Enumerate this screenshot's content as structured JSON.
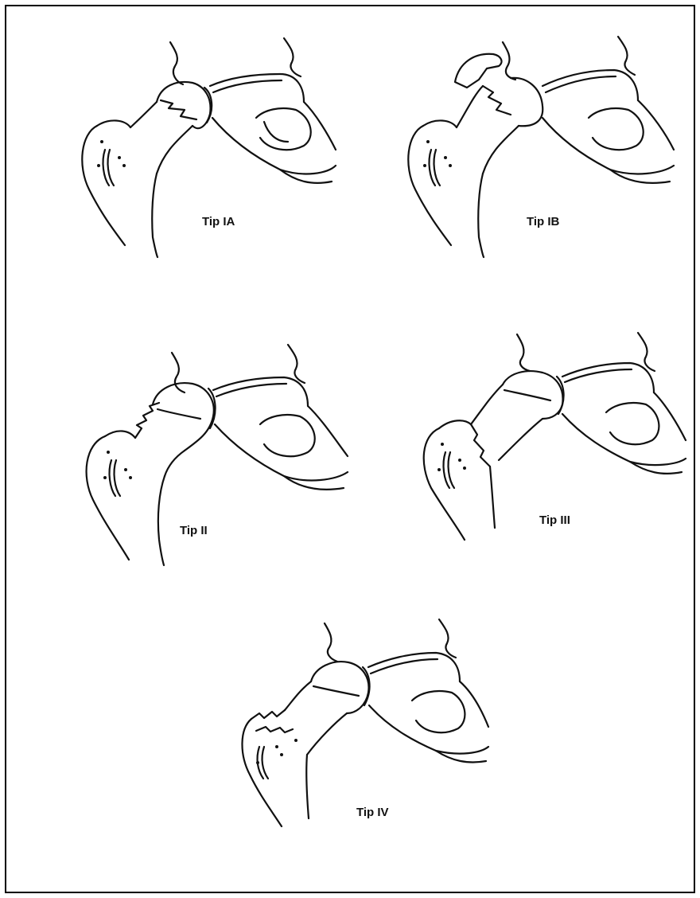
{
  "figures": [
    {
      "id": "ia",
      "label": "Tip IA"
    },
    {
      "id": "ib",
      "label": "Tip IB"
    },
    {
      "id": "ii",
      "label": "Tip II"
    },
    {
      "id": "iii",
      "label": "Tip III"
    },
    {
      "id": "iv",
      "label": "Tip IV"
    }
  ]
}
